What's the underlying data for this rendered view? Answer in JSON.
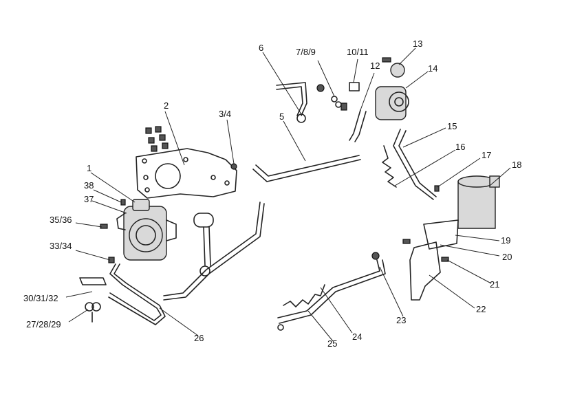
{
  "callouts": {
    "c1": "1",
    "c2": "2",
    "c3_4": "3/4",
    "c5": "5",
    "c6": "6",
    "c7_8_9": "7/8/9",
    "c10_11": "10/11",
    "c12": "12",
    "c13": "13",
    "c14": "14",
    "c15": "15",
    "c16": "16",
    "c17": "17",
    "c18": "18",
    "c19": "19",
    "c20": "20",
    "c21": "21",
    "c22": "22",
    "c23": "23",
    "c24": "24",
    "c25": "25",
    "c26": "26",
    "c27_28_29": "27/28/29",
    "c30_31_32": "30/31/32",
    "c33_34": "33/34",
    "c35_36": "35/36",
    "c37": "37",
    "c38": "38"
  }
}
